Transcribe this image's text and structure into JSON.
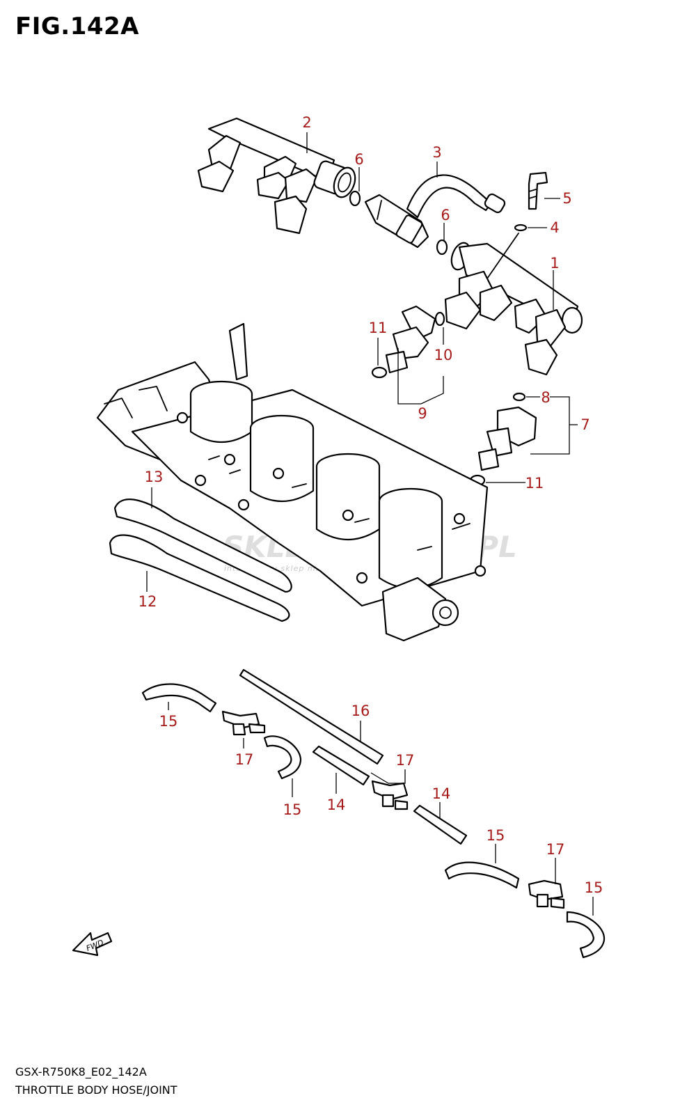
{
  "figure": {
    "title": "FIG.142A",
    "code": "GSX-R750K8_E02_142A",
    "caption": "THROTTLE BODY HOSE/JOINT"
  },
  "watermark": {
    "brand": "SKLEPMOTO46.PL",
    "tagline": "internetowy sklep motocyklowy"
  },
  "fwd_label": "FWD",
  "callout_color": "#a61a1a",
  "callouts": [
    {
      "id": "c2",
      "label": "2"
    },
    {
      "id": "c3",
      "label": "3"
    },
    {
      "id": "c6a",
      "label": "6"
    },
    {
      "id": "c6b",
      "label": "6"
    },
    {
      "id": "c5",
      "label": "5"
    },
    {
      "id": "c4",
      "label": "4"
    },
    {
      "id": "c1",
      "label": "1"
    },
    {
      "id": "c11a",
      "label": "11"
    },
    {
      "id": "c10",
      "label": "10"
    },
    {
      "id": "c9",
      "label": "9"
    },
    {
      "id": "c8",
      "label": "8"
    },
    {
      "id": "c7",
      "label": "7"
    },
    {
      "id": "c11b",
      "label": "11"
    },
    {
      "id": "c13",
      "label": "13"
    },
    {
      "id": "c12",
      "label": "12"
    },
    {
      "id": "c16",
      "label": "16"
    },
    {
      "id": "c15a",
      "label": "15"
    },
    {
      "id": "c17a",
      "label": "17"
    },
    {
      "id": "c15b",
      "label": "15"
    },
    {
      "id": "c14a",
      "label": "14"
    },
    {
      "id": "c17b",
      "label": "17"
    },
    {
      "id": "c14b",
      "label": "14"
    },
    {
      "id": "c15c",
      "label": "15"
    },
    {
      "id": "c17c",
      "label": "17"
    },
    {
      "id": "c15d",
      "label": "15"
    }
  ]
}
